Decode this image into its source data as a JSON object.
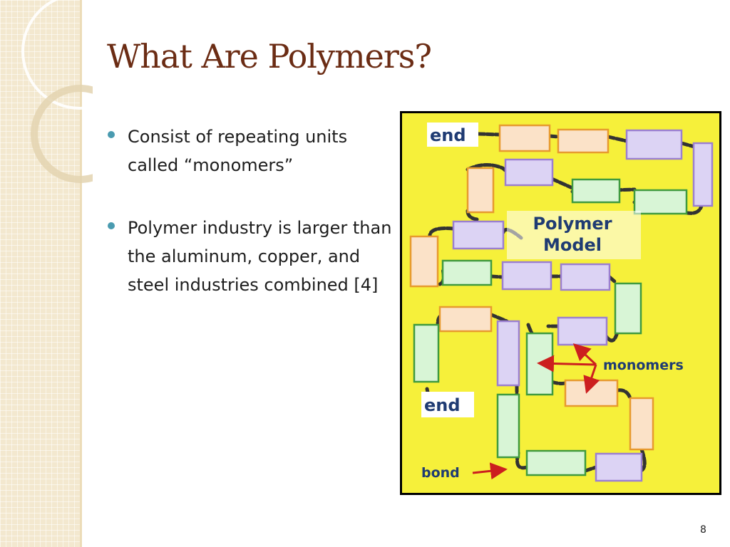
{
  "slide": {
    "title": "What Are Polymers?",
    "bullets": [
      {
        "text": "Consist of repeating units called “monomers”"
      },
      {
        "text": "Polymer industry is larger than the aluminum, copper, and steel industries combined [4]"
      }
    ],
    "page_number": "8"
  },
  "figure": {
    "labels": {
      "end_top": "end",
      "end_bottom": "end",
      "title_line1": "Polymer",
      "title_line2": "Model",
      "monomers": "monomers",
      "bond": "bond"
    },
    "colors": {
      "background": "#f6f03a",
      "border": "#000000",
      "peach": "#fbe2c8",
      "peach_stroke": "#e79a2e",
      "lavender": "#dcd3f4",
      "lavender_stroke": "#9b7fd0",
      "green": "#d8f5d6",
      "green_stroke": "#3f9a3f",
      "arrow": "#cc1f1f",
      "label_text": "#1f3b73"
    }
  },
  "theme": {
    "title_color": "#6b2c14",
    "bullet_color": "#4a9bb0",
    "side_band": "#f3e8cf"
  }
}
